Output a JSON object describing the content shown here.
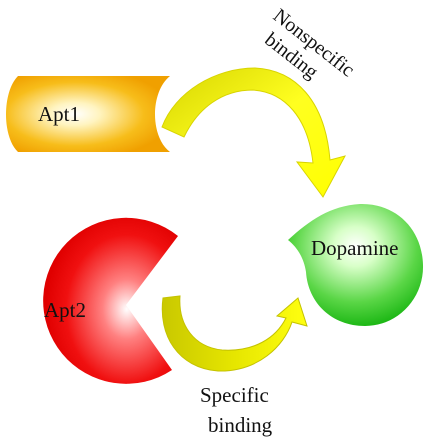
{
  "labels": {
    "apt1": "Apt1",
    "apt2": "Apt2",
    "dopamine": "Dopamine",
    "nonspecific_line1": "Nonspecific",
    "nonspecific_line2": "binding",
    "specific_line1": "Specific",
    "specific_line2": "binding"
  },
  "colors": {
    "apt1": "#f5a800",
    "apt2": "#ee0000",
    "dopamine": "#22c41a",
    "nonspecific_arrow": "#ffff00",
    "specific_arrow": "#e2e200"
  }
}
